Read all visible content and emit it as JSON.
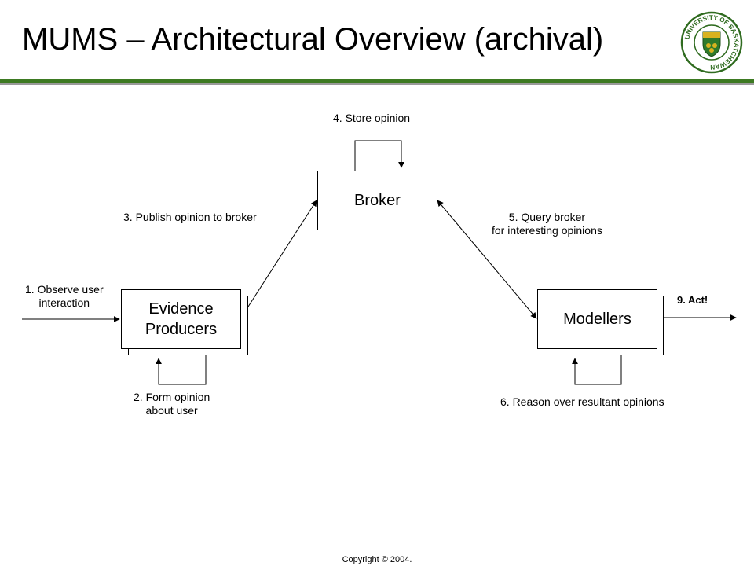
{
  "header": {
    "title": "MUMS – Architectural Overview (archival)",
    "logo_icon": "university-of-saskatchewan-seal-icon",
    "logo_text": "UNIVERSITY OF SASKATCHEWAN",
    "accent_color": "#3d7a22"
  },
  "diagram": {
    "nodes": {
      "broker": "Broker",
      "evidence_line1": "Evidence",
      "evidence_line2": "Producers",
      "modellers": "Modellers"
    },
    "steps": {
      "observe_line1": "1. Observe user",
      "observe_line2": "interaction",
      "form_line1": "2. Form opinion",
      "form_line2": "about user",
      "publish": "3. Publish opinion to broker",
      "store": "4. Store opinion",
      "query_line1": "5. Query broker",
      "query_line2": "for interesting opinions",
      "reason": "6. Reason over resultant opinions",
      "act": "9. Act!"
    }
  },
  "footer": {
    "copyright": "Copyright © 2004."
  }
}
